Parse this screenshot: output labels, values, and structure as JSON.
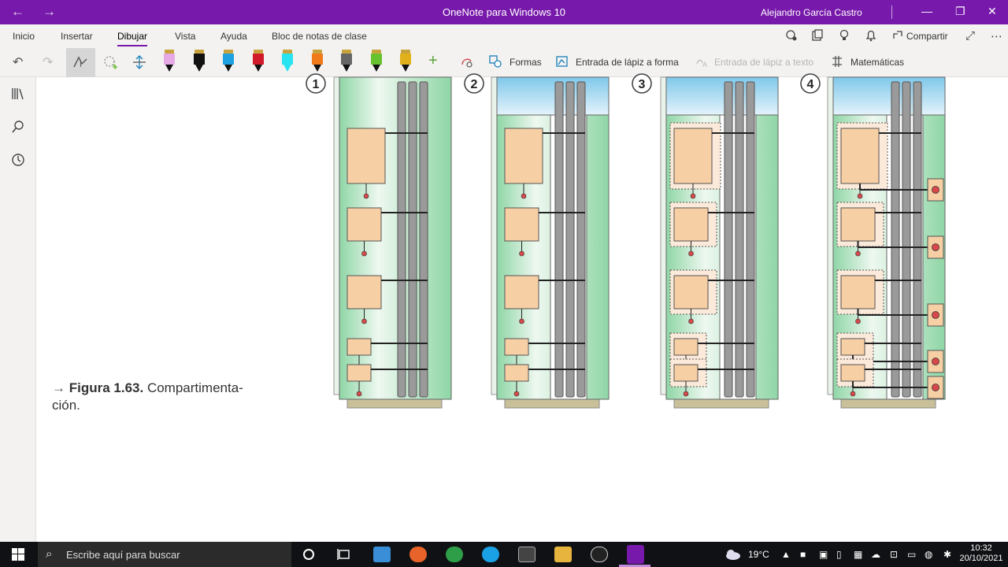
{
  "titlebar": {
    "title": "OneNote para Windows 10",
    "user": "Alejandro García Castro",
    "back_glyph": "←",
    "forward_glyph": "→"
  },
  "menu": {
    "items": [
      "Inicio",
      "Insertar",
      "Dibujar",
      "Vista",
      "Ayuda",
      "Bloc de notas de clase"
    ],
    "active": "Dibujar",
    "share_label": "Compartir"
  },
  "toolbar": {
    "formas_label": "Formas",
    "ink_to_shape_label": "Entrada de lápiz a forma",
    "ink_to_text_label": "Entrada de lápiz a texto",
    "math_label": "Matemáticas",
    "pens": [
      {
        "color": "#e7a9e6",
        "tip": "#111111"
      },
      {
        "color": "#111111",
        "tip": "#111111"
      },
      {
        "color": "#1da1e0",
        "tip": "#111111"
      },
      {
        "color": "#d11a2a",
        "tip": "#111111"
      },
      {
        "color": "#28e3f0",
        "tip": "#28e3f0"
      },
      {
        "color": "#f07a1a",
        "tip": "#111111"
      },
      {
        "color": "#666666",
        "tip": "#111111"
      },
      {
        "color": "#68c12e",
        "tip": "#111111"
      },
      {
        "color": "#e0b11a",
        "tip": "#111111"
      }
    ]
  },
  "figure": {
    "panel_numbers": [
      "1",
      "2",
      "3",
      "4"
    ],
    "caption_arrow": "→",
    "caption_label": "Figura 1.63.",
    "caption_text_line1": "Compartimenta-",
    "caption_text_line2": "ción."
  },
  "taskbar": {
    "search_placeholder": "Escribe aquí para buscar",
    "temperature": "19°C",
    "time": "10:32",
    "date": "20/10/2021"
  }
}
